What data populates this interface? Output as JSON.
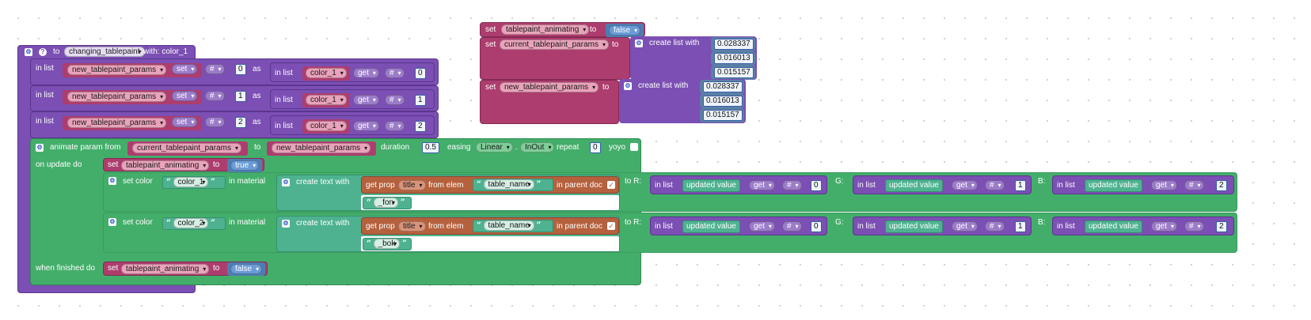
{
  "colors": {
    "purple": "#7b4fb3",
    "magenta": "#ad3d6e",
    "green": "#43ae6a",
    "brown": "#b5613d",
    "teal": "#4eb290",
    "blue": "#5b80a5"
  },
  "icons": {
    "gear": "gear-icon",
    "help": "help-icon",
    "checkbox": "checkbox-icon"
  },
  "proc": {
    "to": "to",
    "name": "changing_tablepaint",
    "with": "with: color_1"
  },
  "inlist": "in list",
  "set": "set",
  "get": "get",
  "hash": "#",
  "as": "as",
  "params_var": "new_tablepaint_params",
  "cur_params_var": "current_tablepaint_params",
  "color1": "color_1",
  "color2": "color_2",
  "indices": [
    "0",
    "1",
    "2"
  ],
  "anim": {
    "label": "animate param from",
    "to": "to",
    "duration": "duration",
    "duration_val": "0.5",
    "easing": "easing",
    "ease1": "Linear",
    "ease2": "InOut",
    "repeat": "repeat",
    "repeat_val": "0",
    "yoyo": "yoyo"
  },
  "onupdate": "on update do",
  "whenfinished": "when finished do",
  "setvar": "set",
  "anim_var": "tablepaint_animating",
  "true": "true",
  "false": "false",
  "setcolor": "set color",
  "inmaterial": "in material",
  "createtext": "create text with",
  "getprop": "get prop",
  "prop": "title",
  "fromelem": "from elem",
  "table_name": "table_name",
  "inparentdoc": "in parent doc",
  "fon": "_fon",
  "bok": "_bok",
  "toR": "to R:",
  "G": "G:",
  "B": "B:",
  "updated_value": "updated value",
  "createlist": "create list with",
  "list_vals": [
    "0.028337",
    "0.016013",
    "0.015157"
  ]
}
